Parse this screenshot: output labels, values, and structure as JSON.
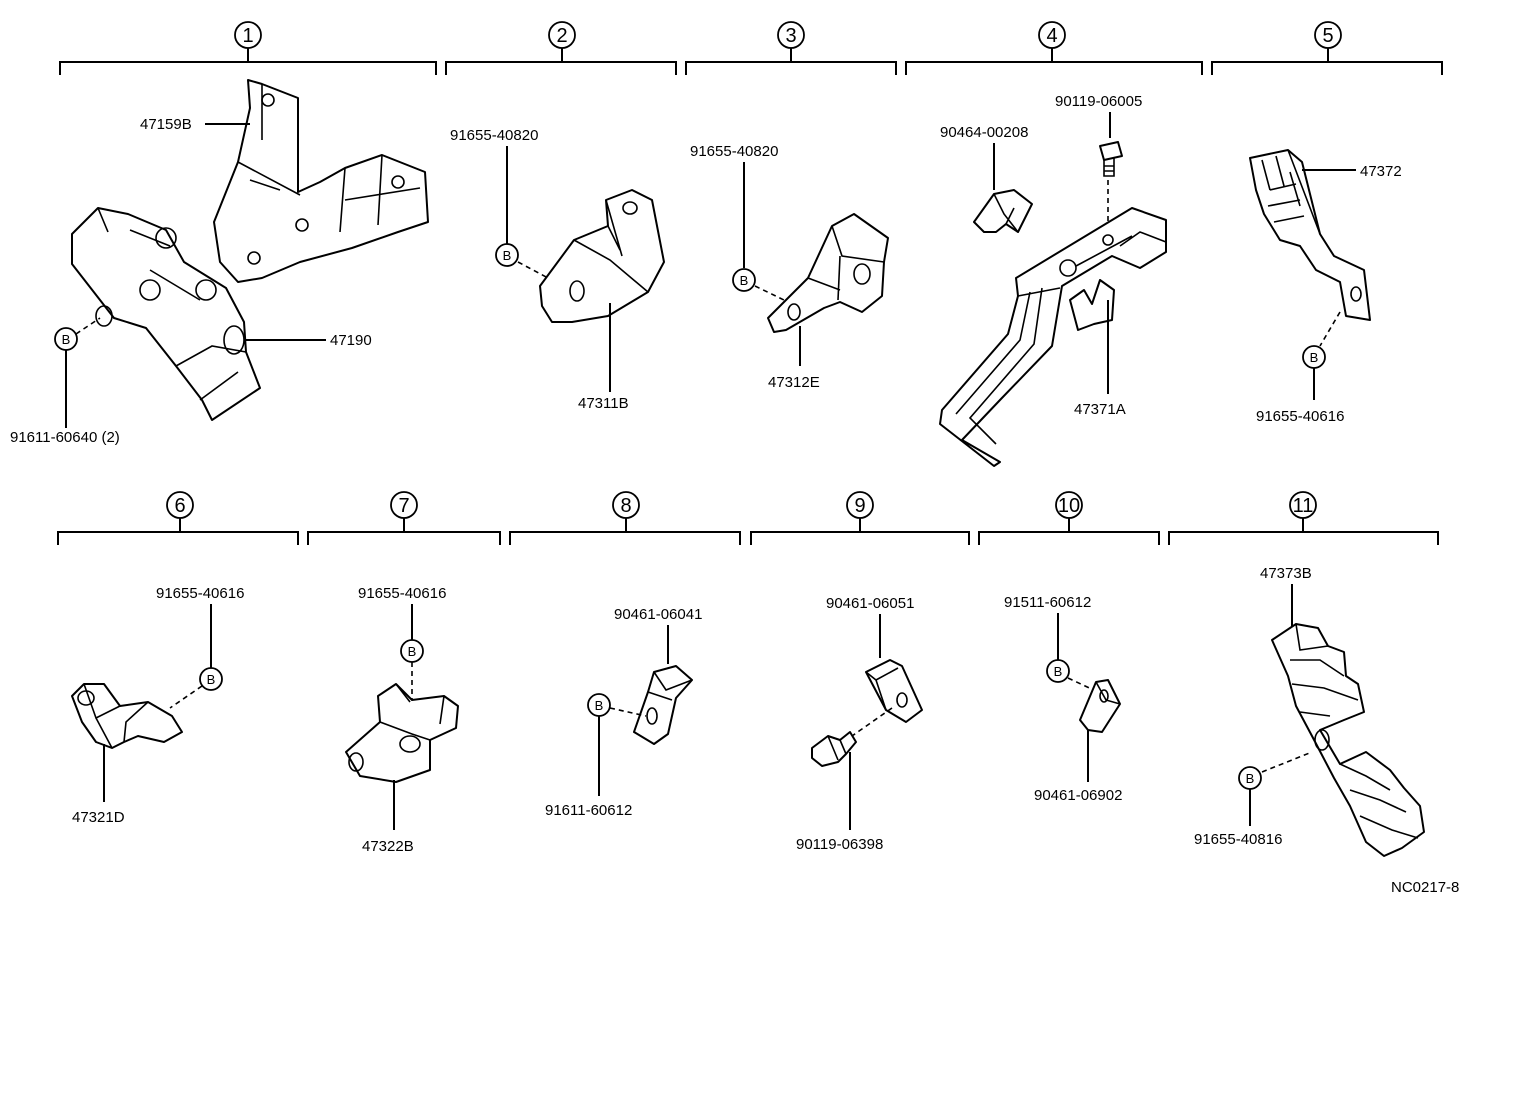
{
  "groups": [
    {
      "number": "1"
    },
    {
      "number": "2"
    },
    {
      "number": "3"
    },
    {
      "number": "4"
    },
    {
      "number": "5"
    },
    {
      "number": "6"
    },
    {
      "number": "7"
    },
    {
      "number": "8"
    },
    {
      "number": "9"
    },
    {
      "number": "10"
    },
    {
      "number": "11"
    }
  ],
  "bolt_marker": "B",
  "labels": {
    "g1_bracket": "47159B",
    "g1_valve": "47190",
    "g1_bolt": "91611-60640 (2)",
    "g2_bolt": "91655-40820",
    "g2_part": "47311B",
    "g3_bolt": "91655-40820",
    "g3_part": "47312E",
    "g4_clip": "90464-00208",
    "g4_bolt": "90119-06005",
    "g4_part": "47371A",
    "g5_part": "47372",
    "g5_bolt": "91655-40616",
    "g6_bolt": "91655-40616",
    "g6_part": "47321D",
    "g7_bolt": "91655-40616",
    "g7_part": "47322B",
    "g8_clamp": "90461-06041",
    "g8_bolt": "91611-60612",
    "g9_clamp": "90461-06051",
    "g9_bolt": "90119-06398",
    "g10_bolt": "91511-60612",
    "g10_clamp": "90461-06902",
    "g11_part": "47373B",
    "g11_bolt": "91655-40816"
  },
  "figure_code": "NC0217-8"
}
